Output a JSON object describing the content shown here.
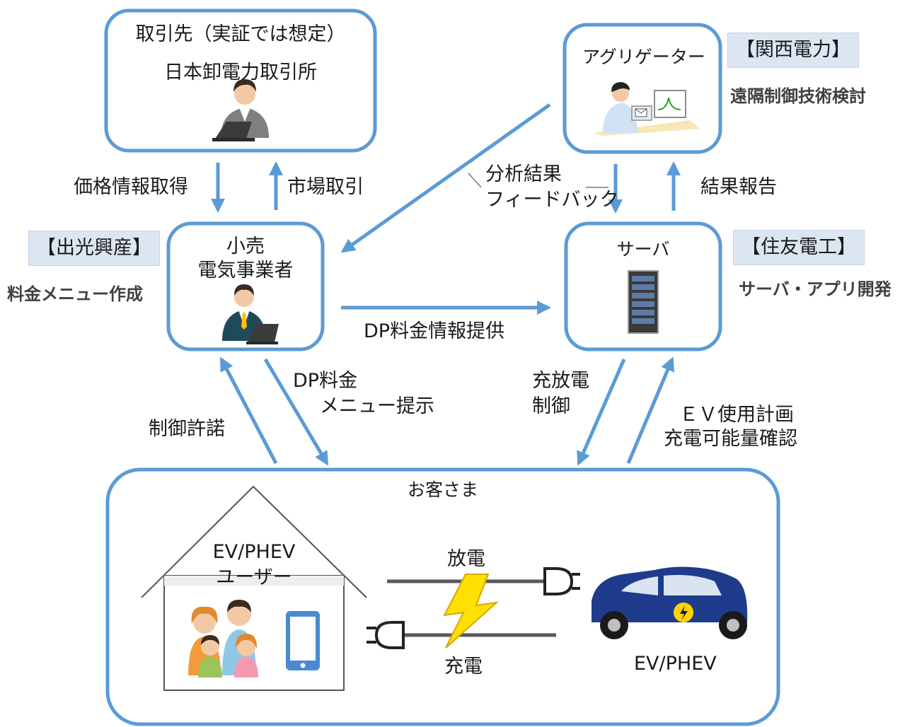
{
  "nodes": {
    "exchange": {
      "title": "取引先（実証では想定）",
      "name": "日本卸電力取引所"
    },
    "aggregator": {
      "title": "アグリゲーター"
    },
    "retailer": {
      "line1": "小売",
      "line2": "電気事業者"
    },
    "server": {
      "title": "サーバ"
    },
    "customer": {
      "title": "お客さま",
      "user_line1": "EV/PHEV",
      "user_line2": "ユーザー"
    }
  },
  "partners": {
    "kansai": {
      "tag": "【関西電力】",
      "role": "遠隔制御技術検討"
    },
    "idemitsu": {
      "tag": "【出光興産】",
      "role": "料金メニュー作成"
    },
    "sumitomo": {
      "tag": "【住友電工】",
      "role": "サーバ・アプリ開発"
    }
  },
  "flows": {
    "price_info": "価格情報取得",
    "market_trade": "市場取引",
    "analysis_line1": "分析結果",
    "analysis_line2": "フィードバック",
    "result_report": "結果報告",
    "dp_info": "DP料金情報提供",
    "control_consent": "制御許諾",
    "dp_menu_line1": "DP料金",
    "dp_menu_line2": "メニュー提示",
    "charge_control_line1": "充放電",
    "charge_control_line2": "制御",
    "ev_plan_line1": "ＥＶ使用計画",
    "ev_plan_line2": "充電可能量確認"
  },
  "ev_section": {
    "discharge": "放電",
    "charge": "充電",
    "vehicle": "EV/PHEV"
  },
  "colors": {
    "box_border": "#5b9bd5",
    "arrow": "#5b9bd5",
    "tag_fill": "#dce6f2",
    "car_body": "#1f3b8c",
    "bolt": "#ffe000"
  }
}
